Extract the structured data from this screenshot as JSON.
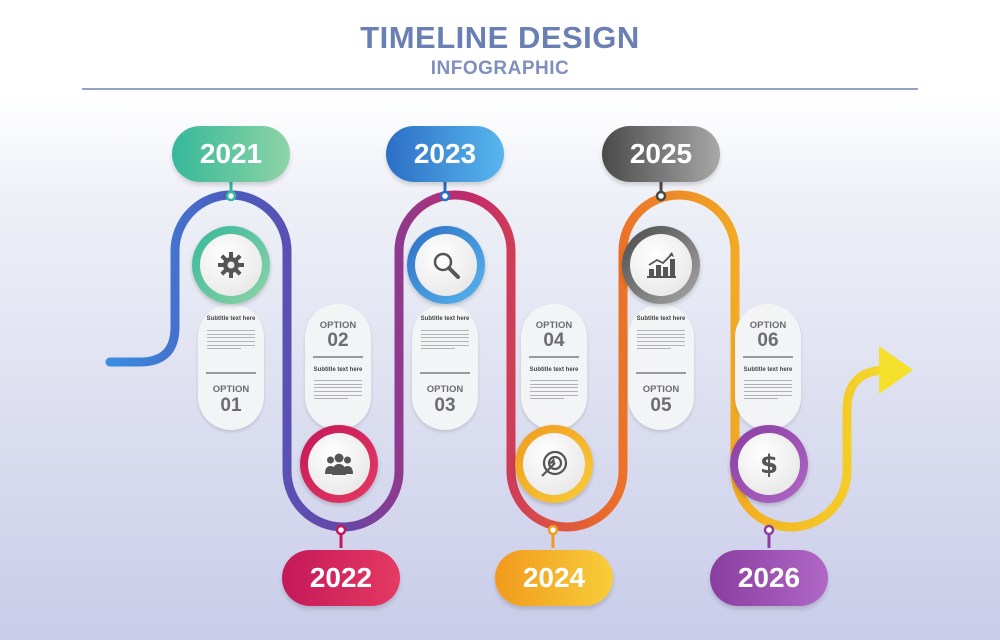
{
  "header": {
    "title": "TIMELINE DESIGN",
    "subtitle": "INFOGRAPHIC"
  },
  "milestones": [
    {
      "year": "2021",
      "option_label": "OPTION",
      "option_num": "01",
      "subtitle": "Subtitle text here",
      "icon": "gear-icon",
      "color_start": "#36b89a",
      "color_end": "#8ed4a6"
    },
    {
      "year": "2022",
      "option_label": "OPTION",
      "option_num": "02",
      "subtitle": "Subtitle text here",
      "icon": "people-icon",
      "color_start": "#c4185a",
      "color_end": "#e53a62"
    },
    {
      "year": "2023",
      "option_label": "OPTION",
      "option_num": "03",
      "subtitle": "Subtitle text here",
      "icon": "search-icon",
      "color_start": "#2c6fc5",
      "color_end": "#58b6ee"
    },
    {
      "year": "2024",
      "option_label": "OPTION",
      "option_num": "04",
      "subtitle": "Subtitle text here",
      "icon": "target-icon",
      "color_start": "#f19a1c",
      "color_end": "#f8cd3b"
    },
    {
      "year": "2025",
      "option_label": "OPTION",
      "option_num": "05",
      "subtitle": "Subtitle text here",
      "icon": "bar-chart-icon",
      "color_start": "#4a4a4a",
      "color_end": "#a8a8a8"
    },
    {
      "year": "2026",
      "option_label": "OPTION",
      "option_num": "06",
      "subtitle": "Subtitle text here",
      "icon": "dollar-icon",
      "color_start": "#8a3ea0",
      "color_end": "#b067c5"
    }
  ],
  "path_colors": [
    "#3a6cc2",
    "#6a45a5",
    "#c42a6a",
    "#ea6c2a",
    "#f3a722",
    "#f5d52c"
  ]
}
